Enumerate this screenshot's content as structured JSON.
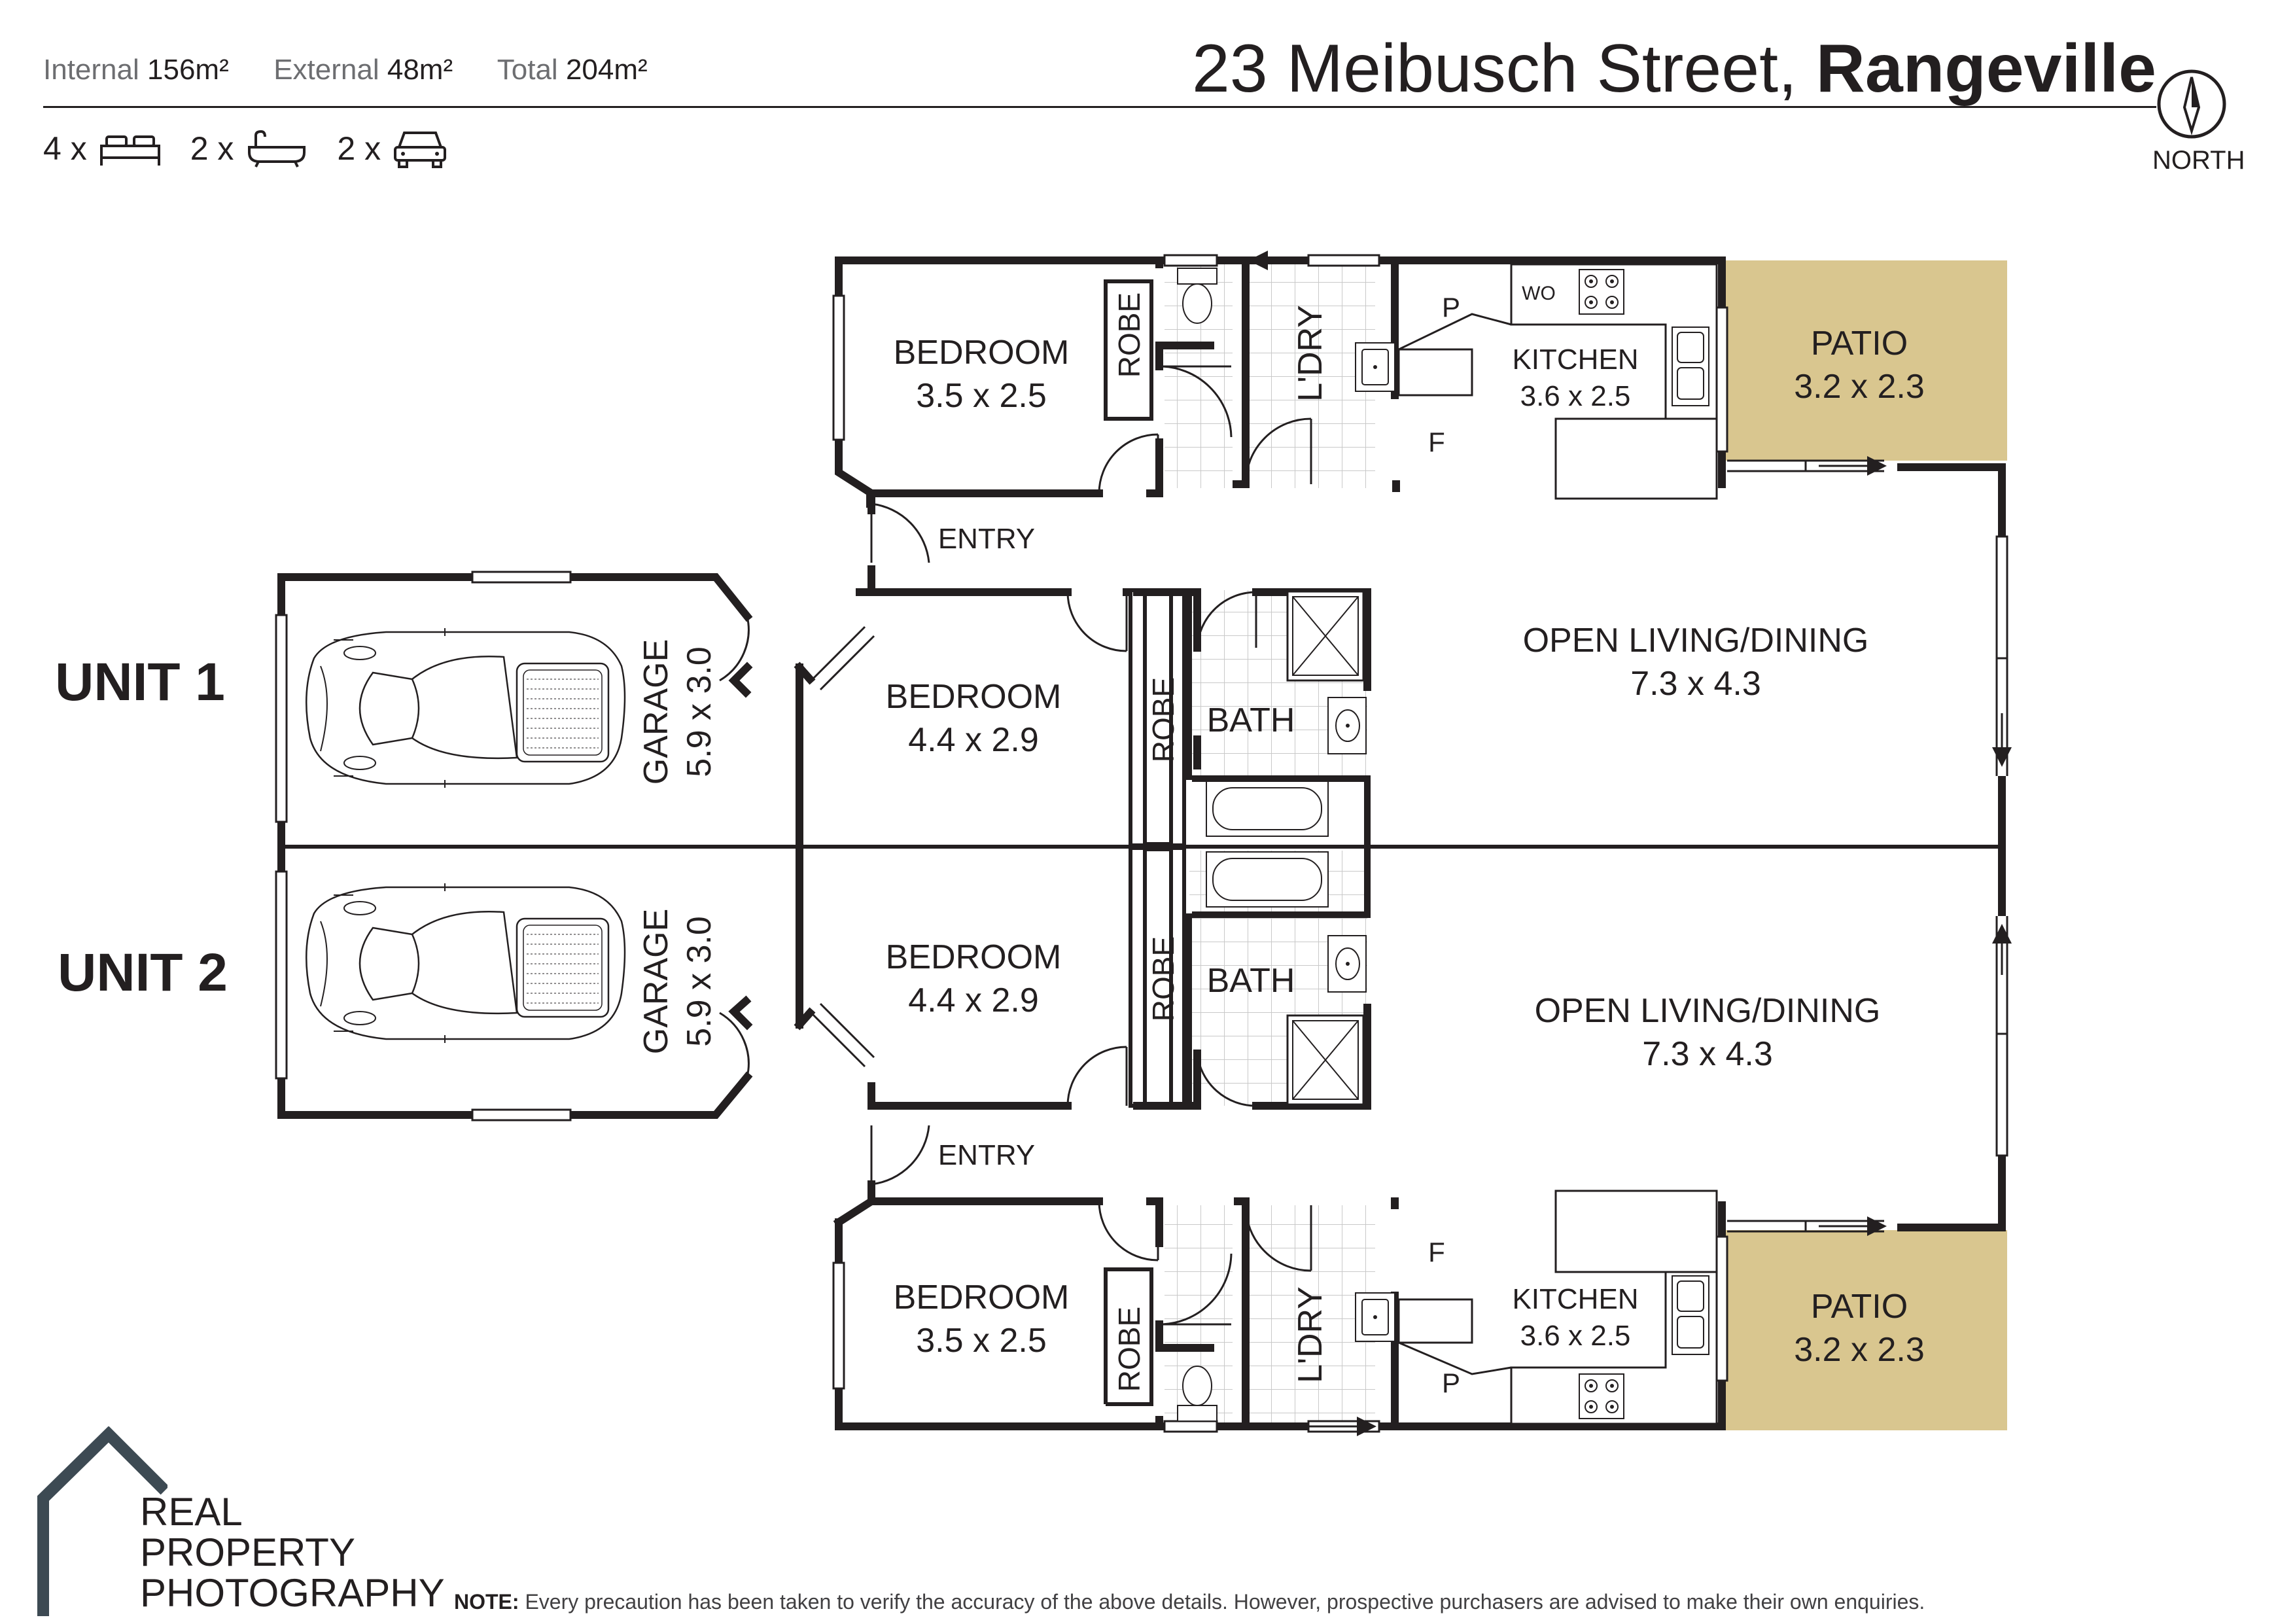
{
  "header": {
    "internal_label": "Internal",
    "internal_value": "156m²",
    "external_label": "External",
    "external_value": "48m²",
    "total_label": "Total",
    "total_value": "204m²",
    "address_street": "23 Meibusch Street,",
    "address_suburb": "Rangeville",
    "bedrooms": "4 x",
    "bathrooms": "2 x",
    "cars": "2 x",
    "north_label": "NORTH"
  },
  "units": {
    "unit1": "UNIT 1",
    "unit2": "UNIT 2"
  },
  "rooms": {
    "u1_bed_top_name": "BEDROOM",
    "u1_bed_top_size": "3.5 x 2.5",
    "u1_robe_top": "ROBE",
    "u1_ldry": "L'DRY",
    "u1_pantry": "P",
    "u1_fridge": "F",
    "u1_wo": "WO",
    "u1_kitchen_name": "KITCHEN",
    "u1_kitchen_size": "3.6 x 2.5",
    "u1_patio_name": "PATIO",
    "u1_patio_size": "3.2 x 2.3",
    "u1_entry": "ENTRY",
    "u1_garage": "GARAGE",
    "u1_garage_size": "5.9 x 3.0",
    "u1_bed_mid_name": "BEDROOM",
    "u1_bed_mid_size": "4.4 x 2.9",
    "u1_robe_mid": "ROBE",
    "u1_bath": "BATH",
    "u1_living_name": "OPEN LIVING/DINING",
    "u1_living_size": "7.3 x 4.3",
    "u2_garage": "GARAGE",
    "u2_garage_size": "5.9 x 3.0",
    "u2_bed_mid_name": "BEDROOM",
    "u2_bed_mid_size": "4.4 x 2.9",
    "u2_robe_mid": "ROBE",
    "u2_bath": "BATH",
    "u2_living_name": "OPEN LIVING/DINING",
    "u2_living_size": "7.3 x 4.3",
    "u2_entry": "ENTRY",
    "u2_bed_bot_name": "BEDROOM",
    "u2_bed_bot_size": "3.5 x 2.5",
    "u2_robe_bot": "ROBE",
    "u2_ldry": "L'DRY",
    "u2_fridge": "F",
    "u2_pantry": "P",
    "u2_kitchen_name": "KITCHEN",
    "u2_kitchen_size": "3.6 x 2.5",
    "u2_patio_name": "PATIO",
    "u2_patio_size": "3.2 x 2.3"
  },
  "logo": {
    "line1": "REAL",
    "line2": "PROPERTY",
    "line3": "PHOTOGRAPHY"
  },
  "note": {
    "label": "NOTE:",
    "text": "Every precaution has been taken to verify the accuracy of the above details. However, prospective purchasers are advised to make their own enquiries."
  },
  "colors": {
    "wall": "#231f20",
    "patio": "#d9c68f",
    "tile": "#c9c9c9"
  }
}
